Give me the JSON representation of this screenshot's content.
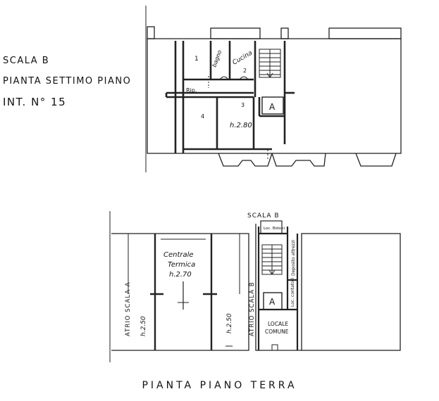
{
  "sheet_title": {
    "line1": "SCALA B",
    "line2": "PIANTA SETTIMO PIANO",
    "line3": "INT. N° 15"
  },
  "upper_plan": {
    "rooms": [
      {
        "label": "1"
      },
      {
        "label": "bagno"
      },
      {
        "label": "Cucina"
      },
      {
        "label": "2"
      },
      {
        "label": "Rip."
      },
      {
        "label": "4"
      },
      {
        "label": "3"
      },
      {
        "label": "h.2.80"
      }
    ],
    "elevator": "A"
  },
  "lower_plan": {
    "stair_label": "SCALA B",
    "labels": {
      "centrale": "Centrale",
      "termica": "Termica",
      "h_central": "h.2.70",
      "atrio_a": "ATRIO SCALA A",
      "h_left": "h.2.50",
      "h_mid": "h.2.50",
      "atrio_b": "ATRIO SCALA B",
      "bidoni": "Loc. Bidoni",
      "deposito": "Deposito attrezzi",
      "contatori": "Loc. contatori",
      "locale": "LOCALE",
      "comune": "COMUNE"
    },
    "elevator": "A"
  },
  "caption": "PIANTA PIANO TERRA"
}
